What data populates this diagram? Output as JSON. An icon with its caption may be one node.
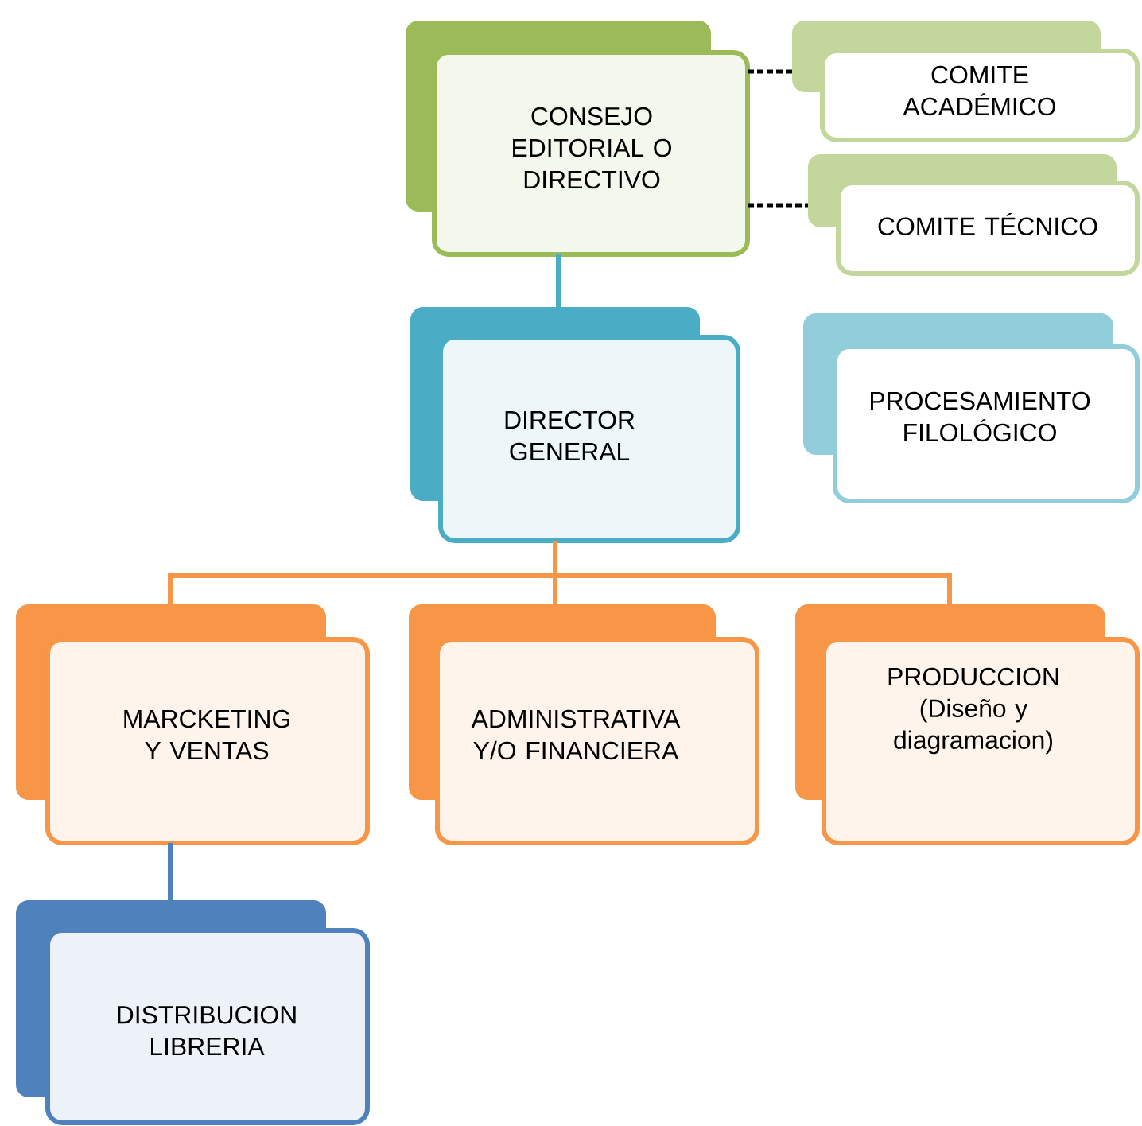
{
  "diagram": {
    "nodes": [
      {
        "text": [
          "CONSEJO EDITORIAL O DIRECTIVO"
        ]
      },
      {
        "text": [
          "COMITE ACADÉMICO"
        ]
      },
      {
        "text": [
          "COMITE TÉCNICO"
        ]
      },
      {
        "text": [
          "DIRECTOR GENERAL"
        ]
      },
      {
        "text": [
          "PROCESAMIENTO FILOLÓGICO"
        ]
      },
      {
        "text": [
          "MARCKETING Y VENTAS"
        ]
      },
      {
        "text": [
          "ADMINISTRATIVA Y/O FINANCIERA"
        ]
      },
      {
        "text": [
          "PRODUCCION (Diseño y diagramacion)"
        ]
      },
      {
        "text": [
          "DISTRIBUCION LIBRERIA"
        ]
      }
    ],
    "edges": [
      {
        "from": 0,
        "to": 1,
        "arrow": "none",
        "style": "dashed",
        "color": "#000000"
      },
      {
        "from": 0,
        "to": 2,
        "arrow": "none",
        "style": "dashed",
        "color": "#000000"
      },
      {
        "from": 0,
        "to": 3,
        "arrow": "none",
        "color": "#4bacc6"
      },
      {
        "from": 3,
        "to": 5,
        "arrow": "none"
      },
      {
        "from": 3,
        "to": 6,
        "arrow": "none"
      },
      {
        "from": 3,
        "to": 7,
        "arrow": "none"
      },
      {
        "from": 5,
        "to": 8,
        "arrow": "none",
        "color": "#4f81bd"
      }
    ]
  }
}
